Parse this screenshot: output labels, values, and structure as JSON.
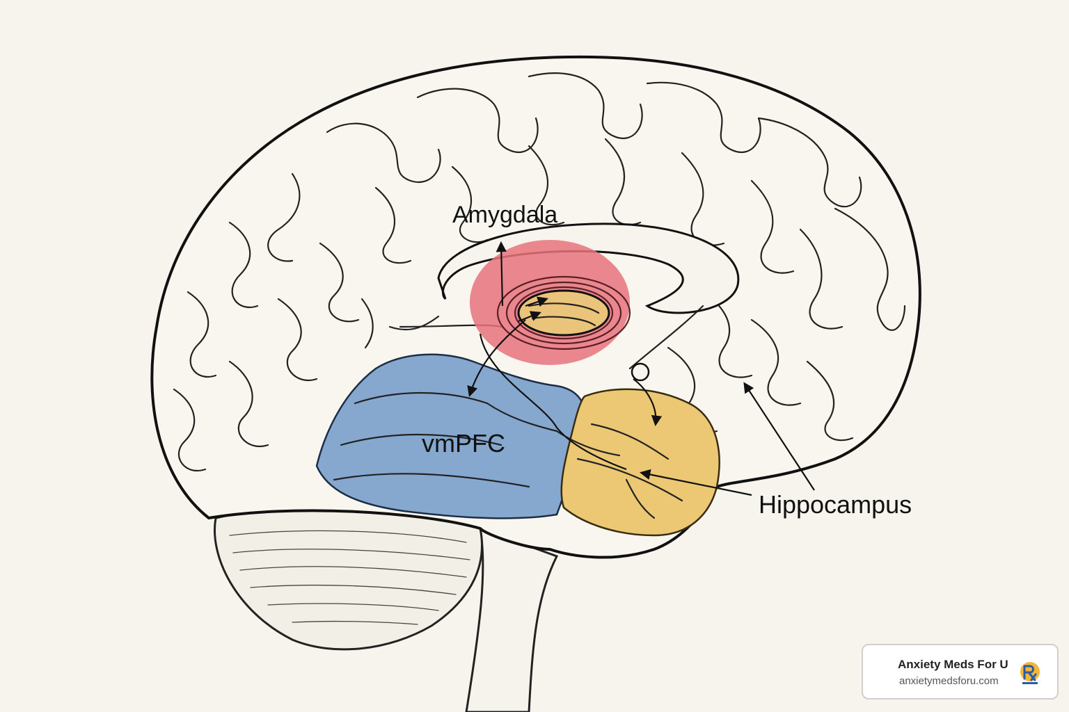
{
  "labels": {
    "amygdala": "Amygdala",
    "vmpfc": "vmPFC",
    "hippocampus": "Hippocampus"
  },
  "regions": {
    "amygdala_highlight_color": "#e8737c",
    "amygdala_core_color": "#e9c47a",
    "vmpfc_color": "#86a8cf",
    "hippocampus_color": "#ecc874"
  },
  "badge": {
    "title": "Anxiety Meds For U",
    "url": "anxietymedsforu.com",
    "logo_icon": "rx-logo-icon"
  }
}
